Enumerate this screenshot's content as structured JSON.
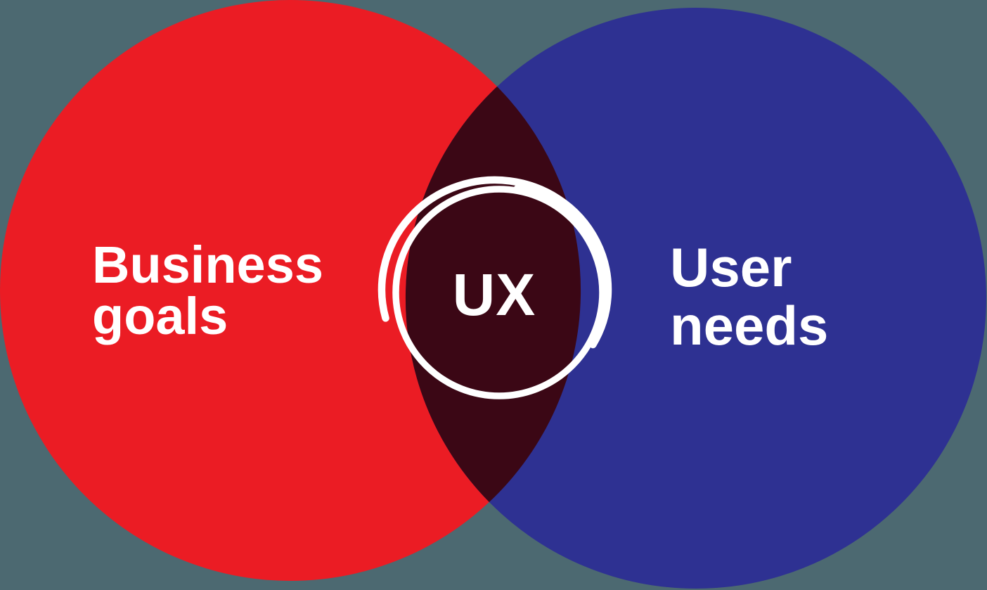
{
  "page": {
    "background_color": "#4C6971"
  },
  "diagram": {
    "type": "venn",
    "left_circle": {
      "label_line1": "Business",
      "label_line2": "goals",
      "color": "#EB1C24"
    },
    "right_circle": {
      "label_line1": "User",
      "label_line2": "needs",
      "color": "#2E3192"
    },
    "intersection": {
      "label": "UX",
      "color": "#3B0715"
    },
    "annotation_ring": {
      "color": "#FFFFFF"
    },
    "label_color": "#FFFFFF"
  }
}
